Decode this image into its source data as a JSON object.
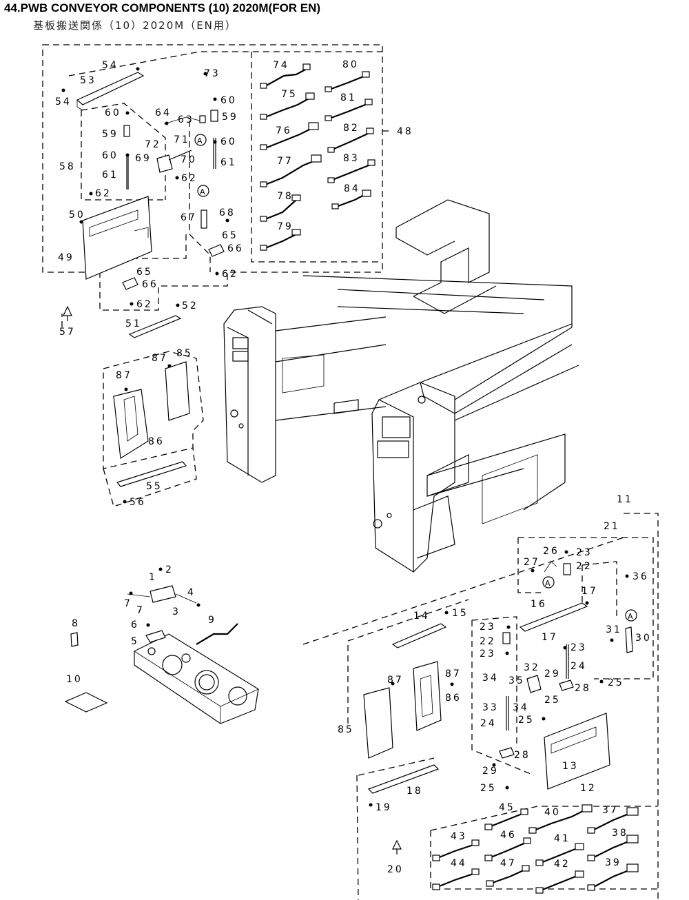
{
  "title": "44.PWB CONVEYOR COMPONENTS (10) 2020M(FOR EN)",
  "subtitle": "基板搬送関係（10）2020M（EN用）",
  "callout_marker": "A",
  "labels": {
    "p1": "1",
    "p2": "2",
    "p3": "3",
    "p4": "4",
    "p5": "5",
    "p6": "6",
    "p7a": "7",
    "p7b": "7",
    "p8": "8",
    "p9": "9",
    "p10": "10",
    "p11": "11",
    "p12": "12",
    "p13": "13",
    "p14": "14",
    "p15": "15",
    "p16": "16",
    "p17a": "17",
    "p17b": "17",
    "p18": "18",
    "p19": "19",
    "p20": "20",
    "p21": "21",
    "p22a": "22",
    "p22b": "22",
    "p23a": "23",
    "p23b": "23",
    "p23c": "23",
    "p23d": "23",
    "p24a": "24",
    "p24b": "24",
    "p25a": "25",
    "p25b": "25",
    "p25c": "25",
    "p25d": "25",
    "p26": "26",
    "p27": "27",
    "p28a": "28",
    "p28b": "28",
    "p29a": "29",
    "p29b": "29",
    "p30": "30",
    "p31": "31",
    "p32": "32",
    "p33": "33",
    "p34a": "34",
    "p34b": "34",
    "p35": "35",
    "p36": "36",
    "p37": "37",
    "p38": "38",
    "p39": "39",
    "p40": "40",
    "p41": "41",
    "p42": "42",
    "p43": "43",
    "p44": "44",
    "p45": "45",
    "p46": "46",
    "p47": "47",
    "p48": "48",
    "p49": "49",
    "p50": "50",
    "p51": "51",
    "p52": "52",
    "p53": "53",
    "p54a": "54",
    "p54b": "54",
    "p55": "55",
    "p56": "56",
    "p57": "57",
    "p58": "58",
    "p59a": "59",
    "p59b": "59",
    "p60a": "60",
    "p60b": "60",
    "p60c": "60",
    "p60d": "60",
    "p61a": "61",
    "p61b": "61",
    "p62a": "62",
    "p62b": "62",
    "p62c": "62",
    "p62d": "62",
    "p63": "63",
    "p64": "64",
    "p65a": "65",
    "p65b": "65",
    "p66a": "66",
    "p66b": "66",
    "p67": "67",
    "p68": "68",
    "p69": "69",
    "p70": "70",
    "p71": "71",
    "p72": "72",
    "p73": "73",
    "p74": "74",
    "p75": "75",
    "p76": "76",
    "p77": "77",
    "p78": "78",
    "p79": "79",
    "p80": "80",
    "p81": "81",
    "p82": "82",
    "p83": "83",
    "p84": "84",
    "p85a": "85",
    "p85b": "85",
    "p86a": "86",
    "p86b": "86",
    "p87a": "87",
    "p87b": "87",
    "p87c": "87",
    "p87d": "87"
  }
}
